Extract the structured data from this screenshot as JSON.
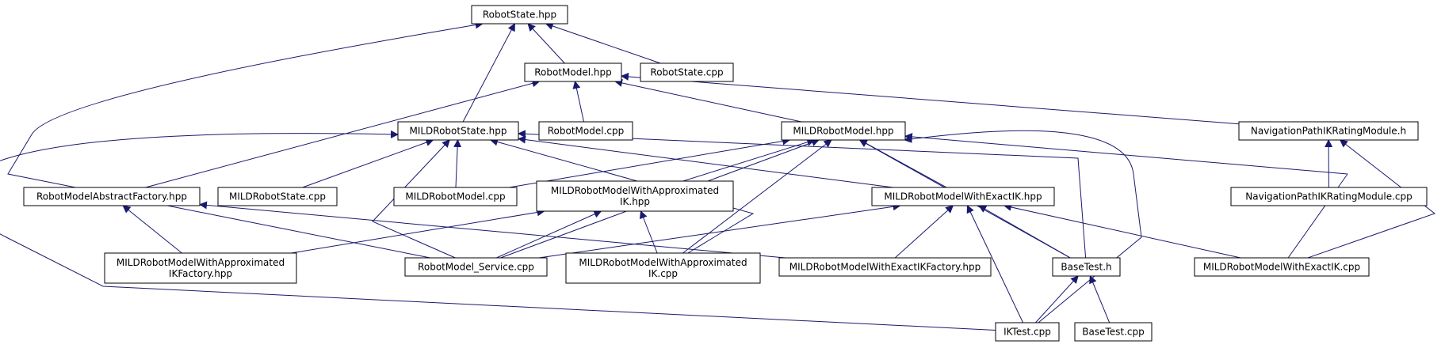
{
  "diagram": {
    "type": "include-dependency-graph",
    "colors": {
      "edge": "#191970",
      "root_fill": "#bfbfbf",
      "node_fill": "#ffffff",
      "border": "#000000"
    },
    "nodes": [
      {
        "id": "robotstate_hpp",
        "lines": [
          "RobotState.hpp"
        ],
        "root": true
      },
      {
        "id": "robotmodel_hpp",
        "lines": [
          "RobotModel.hpp"
        ]
      },
      {
        "id": "robotstate_cpp",
        "lines": [
          "RobotState.cpp"
        ]
      },
      {
        "id": "mildrobotstate_hpp",
        "lines": [
          "MILDRobotState.hpp"
        ]
      },
      {
        "id": "robotmodel_cpp",
        "lines": [
          "RobotModel.cpp"
        ]
      },
      {
        "id": "mildrobotmodel_hpp",
        "lines": [
          "MILDRobotModel.hpp"
        ]
      },
      {
        "id": "navpathikrating_h",
        "lines": [
          "NavigationPathIKRatingModule.h"
        ]
      },
      {
        "id": "robotmodelabstractfactory_hpp",
        "lines": [
          "RobotModelAbstractFactory.hpp"
        ]
      },
      {
        "id": "mildrobotstate_cpp",
        "lines": [
          "MILDRobotState.cpp"
        ]
      },
      {
        "id": "mildrobotmodel_cpp",
        "lines": [
          "MILDRobotModel.cpp"
        ]
      },
      {
        "id": "mildapproxik_hpp",
        "lines": [
          "MILDRobotModelWithApproximated",
          "IK.hpp"
        ]
      },
      {
        "id": "mildexactik_hpp",
        "lines": [
          "MILDRobotModelWithExactIK.hpp"
        ]
      },
      {
        "id": "navpathikrating_cpp",
        "lines": [
          "NavigationPathIKRatingModule.cpp"
        ]
      },
      {
        "id": "mildapproxikfactory_hpp",
        "lines": [
          "MILDRobotModelWithApproximated",
          "IKFactory.hpp"
        ]
      },
      {
        "id": "robotmodel_service_cpp",
        "lines": [
          "RobotModel_Service.cpp"
        ]
      },
      {
        "id": "mildapproxik_cpp",
        "lines": [
          "MILDRobotModelWithApproximated",
          "IK.cpp"
        ]
      },
      {
        "id": "mildexactikfactory_hpp",
        "lines": [
          "MILDRobotModelWithExactIKFactory.hpp"
        ]
      },
      {
        "id": "basetest_h",
        "lines": [
          "BaseTest.h"
        ]
      },
      {
        "id": "mildexactik_cpp",
        "lines": [
          "MILDRobotModelWithExactIK.cpp"
        ]
      },
      {
        "id": "iktest_cpp",
        "lines": [
          "IKTest.cpp"
        ]
      },
      {
        "id": "basetest_cpp",
        "lines": [
          "BaseTest.cpp"
        ]
      }
    ],
    "edges": [
      {
        "from": "robotmodel_hpp",
        "to": "robotstate_hpp"
      },
      {
        "from": "robotstate_cpp",
        "to": "robotstate_hpp"
      },
      {
        "from": "mildrobotstate_hpp",
        "to": "robotstate_hpp"
      },
      {
        "from": "robotmodel_service_cpp",
        "to": "robotstate_hpp"
      },
      {
        "from": "robotmodel_cpp",
        "to": "robotmodel_hpp"
      },
      {
        "from": "mildrobotmodel_hpp",
        "to": "robotmodel_hpp"
      },
      {
        "from": "navpathikrating_h",
        "to": "robotmodel_hpp"
      },
      {
        "from": "robotmodelabstractfactory_hpp",
        "to": "robotmodel_hpp"
      },
      {
        "from": "mildrobotstate_cpp",
        "to": "mildrobotstate_hpp"
      },
      {
        "from": "mildrobotmodel_cpp",
        "to": "mildrobotstate_hpp"
      },
      {
        "from": "robotmodel_service_cpp",
        "to": "mildrobotstate_hpp"
      },
      {
        "from": "mildapproxik_cpp",
        "to": "mildrobotstate_hpp"
      },
      {
        "from": "mildexactik_hpp",
        "to": "mildrobotstate_hpp"
      },
      {
        "from": "basetest_h",
        "to": "mildrobotstate_hpp"
      },
      {
        "from": "iktest_cpp",
        "to": "mildrobotstate_hpp"
      },
      {
        "from": "mildrobotmodel_cpp",
        "to": "mildrobotmodel_hpp"
      },
      {
        "from": "mildapproxik_hpp",
        "to": "mildrobotmodel_hpp"
      },
      {
        "from": "mildexactik_hpp",
        "to": "mildrobotmodel_hpp"
      },
      {
        "from": "robotmodel_service_cpp",
        "to": "mildrobotmodel_hpp"
      },
      {
        "from": "mildapproxik_cpp",
        "to": "mildrobotmodel_hpp"
      },
      {
        "from": "basetest_h",
        "to": "mildrobotmodel_hpp"
      },
      {
        "from": "iktest_cpp",
        "to": "mildrobotmodel_hpp"
      },
      {
        "from": "mildexactik_cpp",
        "to": "mildrobotmodel_hpp"
      },
      {
        "from": "navpathikrating_cpp",
        "to": "navpathikrating_h"
      },
      {
        "from": "mildexactik_cpp",
        "to": "navpathikrating_h"
      },
      {
        "from": "mildapproxikfactory_hpp",
        "to": "robotmodelabstractfactory_hpp"
      },
      {
        "from": "mildexactikfactory_hpp",
        "to": "robotmodelabstractfactory_hpp"
      },
      {
        "from": "robotmodel_service_cpp",
        "to": "mildapproxik_hpp"
      },
      {
        "from": "mildapproxik_cpp",
        "to": "mildapproxik_hpp"
      },
      {
        "from": "mildapproxikfactory_hpp",
        "to": "mildapproxik_hpp"
      },
      {
        "from": "mildexactikfactory_hpp",
        "to": "mildexactik_hpp"
      },
      {
        "from": "robotmodel_service_cpp",
        "to": "mildexactik_hpp"
      },
      {
        "from": "basetest_h",
        "to": "mildexactik_hpp"
      },
      {
        "from": "iktest_cpp",
        "to": "mildexactik_hpp"
      },
      {
        "from": "mildexactik_cpp",
        "to": "mildexactik_hpp"
      },
      {
        "from": "iktest_cpp",
        "to": "basetest_h"
      },
      {
        "from": "basetest_cpp",
        "to": "basetest_h"
      }
    ]
  }
}
